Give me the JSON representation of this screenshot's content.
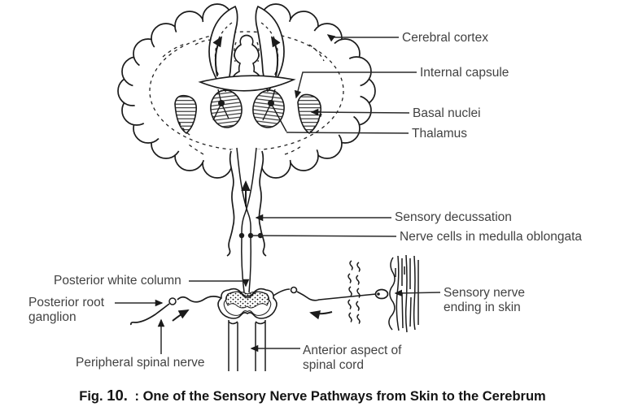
{
  "figure": {
    "fig_label": "Fig.",
    "fig_number": "10.",
    "title": ": One of the Sensory Nerve Pathways from Skin to the Cerebrum"
  },
  "labels": {
    "cerebral_cortex": "Cerebral cortex",
    "internal_capsule": "Internal capsule",
    "basal_nuclei": "Basal nuclei",
    "thalamus": "Thalamus",
    "sensory_decussation": "Sensory decussation",
    "nerve_cells_medulla": "Nerve cells in medulla oblongata",
    "posterior_white_column": "Posterior white column",
    "posterior_root_ganglion": "Posterior root\nganglion",
    "peripheral_spinal_nerve": "Peripheral spinal nerve",
    "anterior_aspect": "Anterior aspect of\nspinal cord",
    "sensory_nerve_ending": "Sensory nerve\nending in skin"
  },
  "colors": {
    "ink": "#1b1b1b",
    "label_text": "#424242",
    "caption_text": "#141414",
    "background": "#ffffff"
  }
}
